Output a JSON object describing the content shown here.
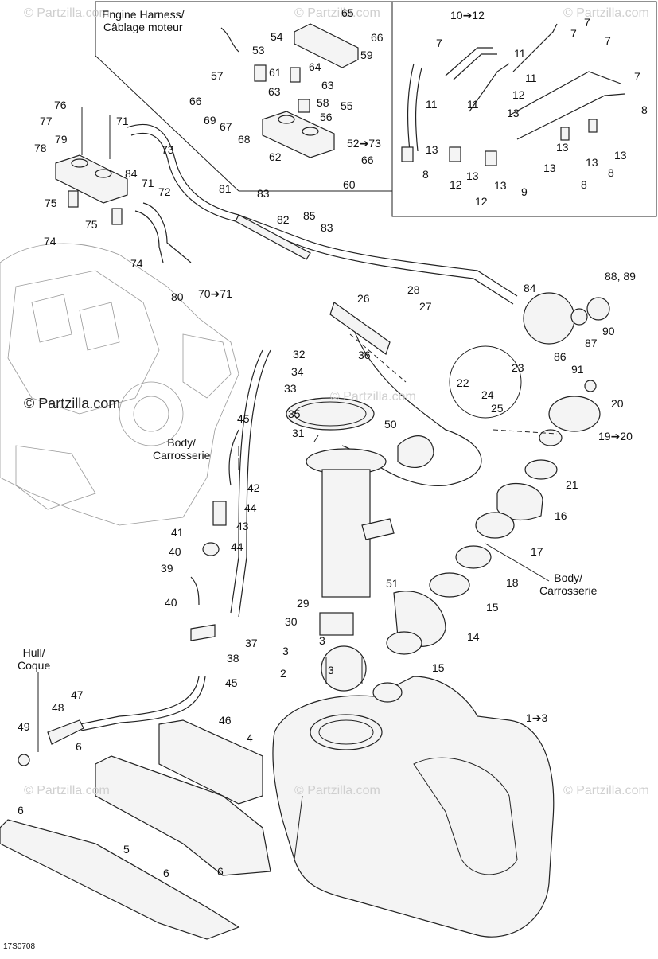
{
  "watermarks": {
    "top_left": "© Partzilla.com",
    "top_center": "© Partzilla.com",
    "top_right": "© Partzilla.com",
    "mid_left_strong": "© Partzilla.com",
    "mid_center": "© Partzilla.com",
    "bottom_left": "© Partzilla.com",
    "bottom_center": "© Partzilla.com",
    "bottom_right": "© Partzilla.com"
  },
  "notes": {
    "engine_harness": "Engine Harness/\nCâblage moteur",
    "body_left": "Body/\nCarrosserie",
    "body_right": "Body/\nCarrosserie",
    "hull": "Hull/\nCoque"
  },
  "drawing_code": "17S0708",
  "callouts": [
    {
      "id": "c65",
      "text": "65"
    },
    {
      "id": "c54",
      "text": "54"
    },
    {
      "id": "c66a",
      "text": "66"
    },
    {
      "id": "c59",
      "text": "59"
    },
    {
      "id": "c53",
      "text": "53"
    },
    {
      "id": "c61",
      "text": "61"
    },
    {
      "id": "c64",
      "text": "64"
    },
    {
      "id": "c57",
      "text": "57"
    },
    {
      "id": "c63a",
      "text": "63"
    },
    {
      "id": "c63b",
      "text": "63"
    },
    {
      "id": "c66b",
      "text": "66"
    },
    {
      "id": "c58",
      "text": "58"
    },
    {
      "id": "c55",
      "text": "55"
    },
    {
      "id": "c56",
      "text": "56"
    },
    {
      "id": "c69",
      "text": "69"
    },
    {
      "id": "c67",
      "text": "67"
    },
    {
      "id": "c68",
      "text": "68"
    },
    {
      "id": "c52",
      "text": "52➔73"
    },
    {
      "id": "c62",
      "text": "62"
    },
    {
      "id": "c66c",
      "text": "66"
    },
    {
      "id": "c60",
      "text": "60"
    },
    {
      "id": "c10",
      "text": "10➔12"
    },
    {
      "id": "c7a",
      "text": "7"
    },
    {
      "id": "c7b",
      "text": "7"
    },
    {
      "id": "c7c",
      "text": "7"
    },
    {
      "id": "c7d",
      "text": "7"
    },
    {
      "id": "c7e",
      "text": "7"
    },
    {
      "id": "c11a",
      "text": "11"
    },
    {
      "id": "c11b",
      "text": "11"
    },
    {
      "id": "c11c",
      "text": "11"
    },
    {
      "id": "c11d",
      "text": "11"
    },
    {
      "id": "c12a",
      "text": "12"
    },
    {
      "id": "c8a",
      "text": "8"
    },
    {
      "id": "c13a",
      "text": "13"
    },
    {
      "id": "c13b",
      "text": "13"
    },
    {
      "id": "c13c",
      "text": "13"
    },
    {
      "id": "c13d",
      "text": "13"
    },
    {
      "id": "c13e",
      "text": "13"
    },
    {
      "id": "c13f",
      "text": "13"
    },
    {
      "id": "c13g",
      "text": "13"
    },
    {
      "id": "c8b",
      "text": "8"
    },
    {
      "id": "c8c",
      "text": "8"
    },
    {
      "id": "c8d",
      "text": "8"
    },
    {
      "id": "c12b",
      "text": "12"
    },
    {
      "id": "c12c",
      "text": "12"
    },
    {
      "id": "c9",
      "text": "9"
    },
    {
      "id": "c76",
      "text": "76"
    },
    {
      "id": "c77",
      "text": "77"
    },
    {
      "id": "c71a",
      "text": "71"
    },
    {
      "id": "c79",
      "text": "79"
    },
    {
      "id": "c78",
      "text": "78"
    },
    {
      "id": "c73",
      "text": "73"
    },
    {
      "id": "c84a",
      "text": "84"
    },
    {
      "id": "c71b",
      "text": "71"
    },
    {
      "id": "c72",
      "text": "72"
    },
    {
      "id": "c81",
      "text": "81"
    },
    {
      "id": "c83a",
      "text": "83"
    },
    {
      "id": "c75a",
      "text": "75"
    },
    {
      "id": "c75b",
      "text": "75"
    },
    {
      "id": "c82",
      "text": "82"
    },
    {
      "id": "c85",
      "text": "85"
    },
    {
      "id": "c83b",
      "text": "83"
    },
    {
      "id": "c74a",
      "text": "74"
    },
    {
      "id": "c74b",
      "text": "74"
    },
    {
      "id": "c70",
      "text": "70➔71"
    },
    {
      "id": "c80",
      "text": "80"
    },
    {
      "id": "c26",
      "text": "26"
    },
    {
      "id": "c28",
      "text": "28"
    },
    {
      "id": "c27",
      "text": "27"
    },
    {
      "id": "c84b",
      "text": "84"
    },
    {
      "id": "c88",
      "text": "88, 89"
    },
    {
      "id": "c90",
      "text": "90"
    },
    {
      "id": "c87",
      "text": "87"
    },
    {
      "id": "c86",
      "text": "86"
    },
    {
      "id": "c91",
      "text": "91"
    },
    {
      "id": "c32",
      "text": "32"
    },
    {
      "id": "c36",
      "text": "36"
    },
    {
      "id": "c34",
      "text": "34"
    },
    {
      "id": "c33",
      "text": "33"
    },
    {
      "id": "c23",
      "text": "23"
    },
    {
      "id": "c22",
      "text": "22"
    },
    {
      "id": "c24",
      "text": "24"
    },
    {
      "id": "c25",
      "text": "25"
    },
    {
      "id": "c20",
      "text": "20"
    },
    {
      "id": "c35",
      "text": "35"
    },
    {
      "id": "c31",
      "text": "31"
    },
    {
      "id": "c50",
      "text": "50"
    },
    {
      "id": "c19",
      "text": "19➔20"
    },
    {
      "id": "c45a",
      "text": "45"
    },
    {
      "id": "c42",
      "text": "42"
    },
    {
      "id": "c44a",
      "text": "44"
    },
    {
      "id": "c43",
      "text": "43"
    },
    {
      "id": "c44b",
      "text": "44"
    },
    {
      "id": "c41",
      "text": "41"
    },
    {
      "id": "c40a",
      "text": "40"
    },
    {
      "id": "c39",
      "text": "39"
    },
    {
      "id": "c21",
      "text": "21"
    },
    {
      "id": "c16",
      "text": "16"
    },
    {
      "id": "c17",
      "text": "17"
    },
    {
      "id": "c18",
      "text": "18"
    },
    {
      "id": "c51",
      "text": "51"
    },
    {
      "id": "c29",
      "text": "29"
    },
    {
      "id": "c15a",
      "text": "15"
    },
    {
      "id": "c40b",
      "text": "40"
    },
    {
      "id": "c30",
      "text": "30"
    },
    {
      "id": "c37",
      "text": "37"
    },
    {
      "id": "c14",
      "text": "14"
    },
    {
      "id": "c3a",
      "text": "3"
    },
    {
      "id": "c3b",
      "text": "3"
    },
    {
      "id": "c38",
      "text": "38"
    },
    {
      "id": "c3c",
      "text": "3"
    },
    {
      "id": "c15b",
      "text": "15"
    },
    {
      "id": "c2",
      "text": "2"
    },
    {
      "id": "c45b",
      "text": "45"
    },
    {
      "id": "c47",
      "text": "47"
    },
    {
      "id": "c48",
      "text": "48"
    },
    {
      "id": "c46",
      "text": "46"
    },
    {
      "id": "c1",
      "text": "1➔3"
    },
    {
      "id": "c49",
      "text": "49"
    },
    {
      "id": "c6a",
      "text": "6"
    },
    {
      "id": "c4",
      "text": "4"
    },
    {
      "id": "c6b",
      "text": "6"
    },
    {
      "id": "c5",
      "text": "5"
    },
    {
      "id": "c6c",
      "text": "6"
    },
    {
      "id": "c6d",
      "text": "6"
    }
  ]
}
